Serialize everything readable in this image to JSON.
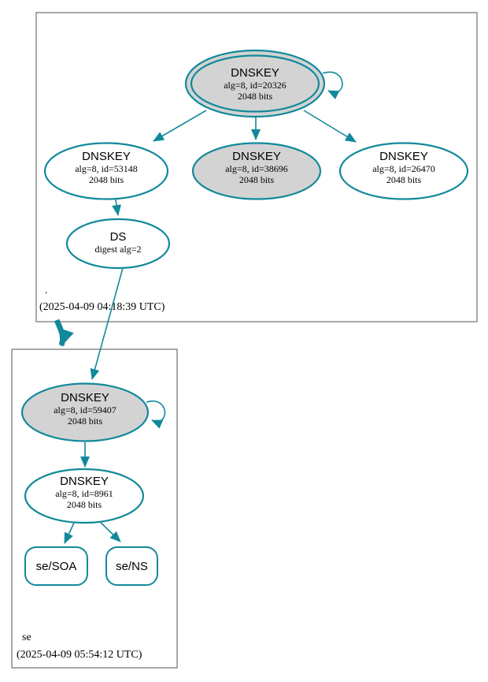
{
  "diagram_type": "dnssec-authentication-chain",
  "colors": {
    "edge_secure": "#11899b",
    "sep_key_fill": "#d3d3d3",
    "node_fill": "#ffffff",
    "zone_box_border": "#6e6e6e",
    "text": "#000000"
  },
  "zones": [
    {
      "name": ".",
      "timestamp": "(2025-04-09 04:18:39 UTC)"
    },
    {
      "name": "se",
      "timestamp": "(2025-04-09 05:54:12 UTC)"
    }
  ],
  "nodes": {
    "root_ksk": {
      "title": "DNSKEY",
      "line1": "alg=8, id=20326",
      "line2": "2048 bits"
    },
    "root_zsk1": {
      "title": "DNSKEY",
      "line1": "alg=8, id=53148",
      "line2": "2048 bits"
    },
    "root_zsk2": {
      "title": "DNSKEY",
      "line1": "alg=8, id=38696",
      "line2": "2048 bits"
    },
    "root_zsk3": {
      "title": "DNSKEY",
      "line1": "alg=8, id=26470",
      "line2": "2048 bits"
    },
    "root_ds": {
      "title": "DS",
      "line1": "digest alg=2"
    },
    "se_ksk": {
      "title": "DNSKEY",
      "line1": "alg=8, id=59407",
      "line2": "2048 bits"
    },
    "se_zsk": {
      "title": "DNSKEY",
      "line1": "alg=8, id=8961",
      "line2": "2048 bits"
    },
    "se_soa": {
      "label": "se/SOA"
    },
    "se_ns": {
      "label": "se/NS"
    }
  },
  "edges": [
    {
      "from": "dnskey-20326",
      "to": "dnskey-20326",
      "type": "self-sign"
    },
    {
      "from": "dnskey-20326",
      "to": "dnskey-53148",
      "type": "sign"
    },
    {
      "from": "dnskey-20326",
      "to": "dnskey-38696",
      "type": "sign"
    },
    {
      "from": "dnskey-20326",
      "to": "dnskey-26470",
      "type": "sign"
    },
    {
      "from": "dnskey-53148",
      "to": "ds-digest-2",
      "type": "sign"
    },
    {
      "from": "ds-digest-2",
      "to": "dnskey-59407",
      "type": "digest"
    },
    {
      "from": "zone-root",
      "to": "zone-se",
      "type": "delegation"
    },
    {
      "from": "dnskey-59407",
      "to": "dnskey-59407",
      "type": "self-sign"
    },
    {
      "from": "dnskey-59407",
      "to": "dnskey-8961",
      "type": "sign"
    },
    {
      "from": "dnskey-8961",
      "to": "se/SOA",
      "type": "sign"
    },
    {
      "from": "dnskey-8961",
      "to": "se/NS",
      "type": "sign"
    }
  ]
}
